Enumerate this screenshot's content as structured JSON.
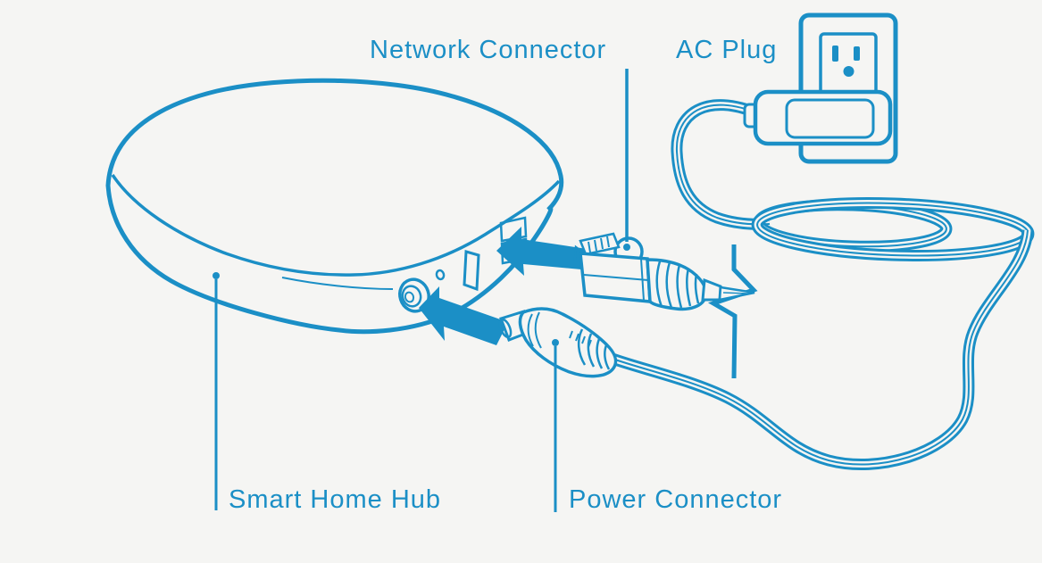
{
  "labels": {
    "network_connector": "Network Connector",
    "ac_plug": "AC Plug",
    "smart_home_hub": "Smart Home Hub",
    "power_connector": "Power Connector"
  },
  "colors": {
    "ink": "#1b8fc6",
    "bg": "#f5f5f3"
  }
}
